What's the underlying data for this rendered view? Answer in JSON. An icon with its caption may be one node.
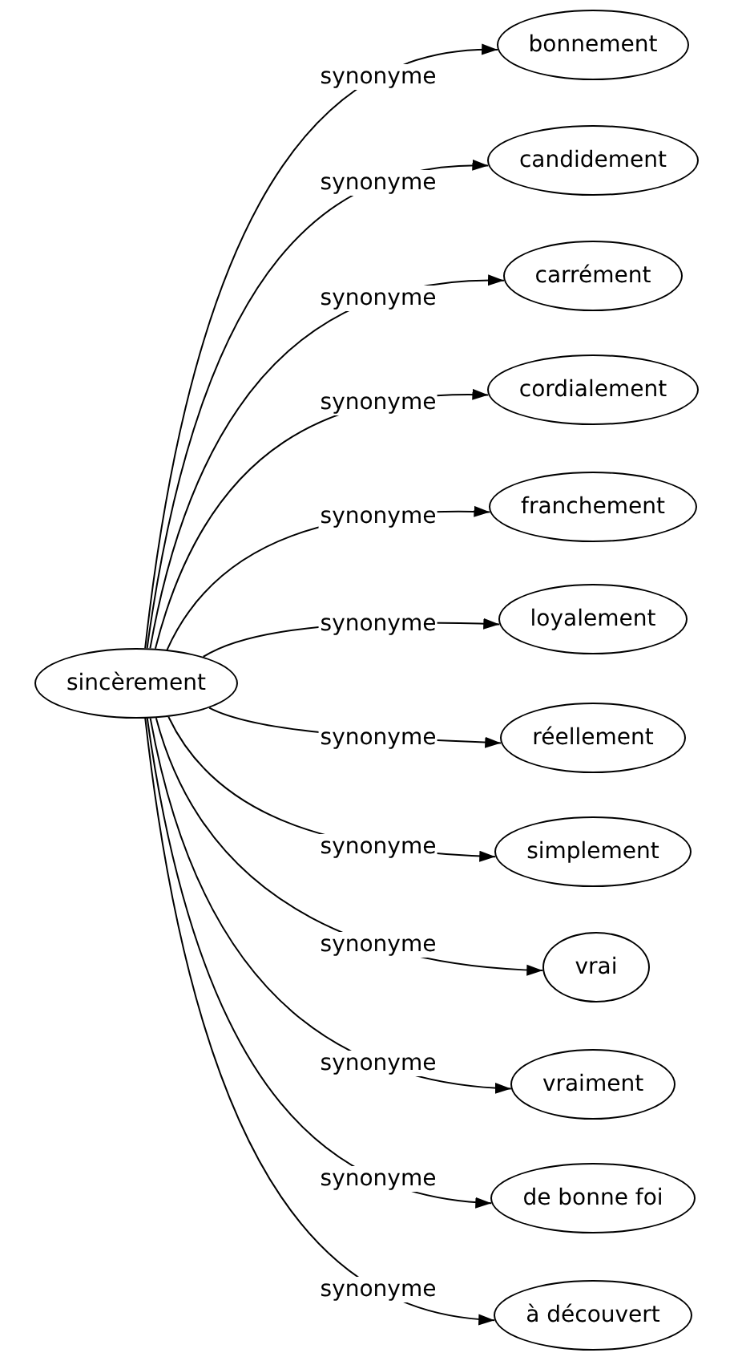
{
  "diagram": {
    "nodes": [
      {
        "text": [
          "sincèrement"
        ]
      },
      {
        "text": [
          "bonnement"
        ]
      },
      {
        "text": [
          "candidement"
        ]
      },
      {
        "text": [
          "carrément"
        ]
      },
      {
        "text": [
          "cordialement"
        ]
      },
      {
        "text": [
          "franchement"
        ]
      },
      {
        "text": [
          "loyalement"
        ]
      },
      {
        "text": [
          "réellement"
        ]
      },
      {
        "text": [
          "simplement"
        ]
      },
      {
        "text": [
          "vrai"
        ]
      },
      {
        "text": [
          "vraiment"
        ]
      },
      {
        "text": [
          "de bonne foi"
        ]
      },
      {
        "text": [
          "à découvert"
        ]
      }
    ],
    "edges": [
      {
        "from": 0,
        "to": 1,
        "arrow": "to",
        "label": "synonyme"
      },
      {
        "from": 0,
        "to": 2,
        "arrow": "to",
        "label": "synonyme"
      },
      {
        "from": 0,
        "to": 3,
        "arrow": "to",
        "label": "synonyme"
      },
      {
        "from": 0,
        "to": 4,
        "arrow": "to",
        "label": "synonyme"
      },
      {
        "from": 0,
        "to": 5,
        "arrow": "to",
        "label": "synonyme"
      },
      {
        "from": 0,
        "to": 6,
        "arrow": "to",
        "label": "synonyme"
      },
      {
        "from": 0,
        "to": 7,
        "arrow": "to",
        "label": "synonyme"
      },
      {
        "from": 0,
        "to": 8,
        "arrow": "to",
        "label": "synonyme"
      },
      {
        "from": 0,
        "to": 9,
        "arrow": "to",
        "label": "synonyme"
      },
      {
        "from": 0,
        "to": 10,
        "arrow": "to",
        "label": "synonyme"
      },
      {
        "from": 0,
        "to": 11,
        "arrow": "to",
        "label": "synonyme"
      },
      {
        "from": 0,
        "to": 12,
        "arrow": "to",
        "label": "synonyme"
      }
    ]
  }
}
